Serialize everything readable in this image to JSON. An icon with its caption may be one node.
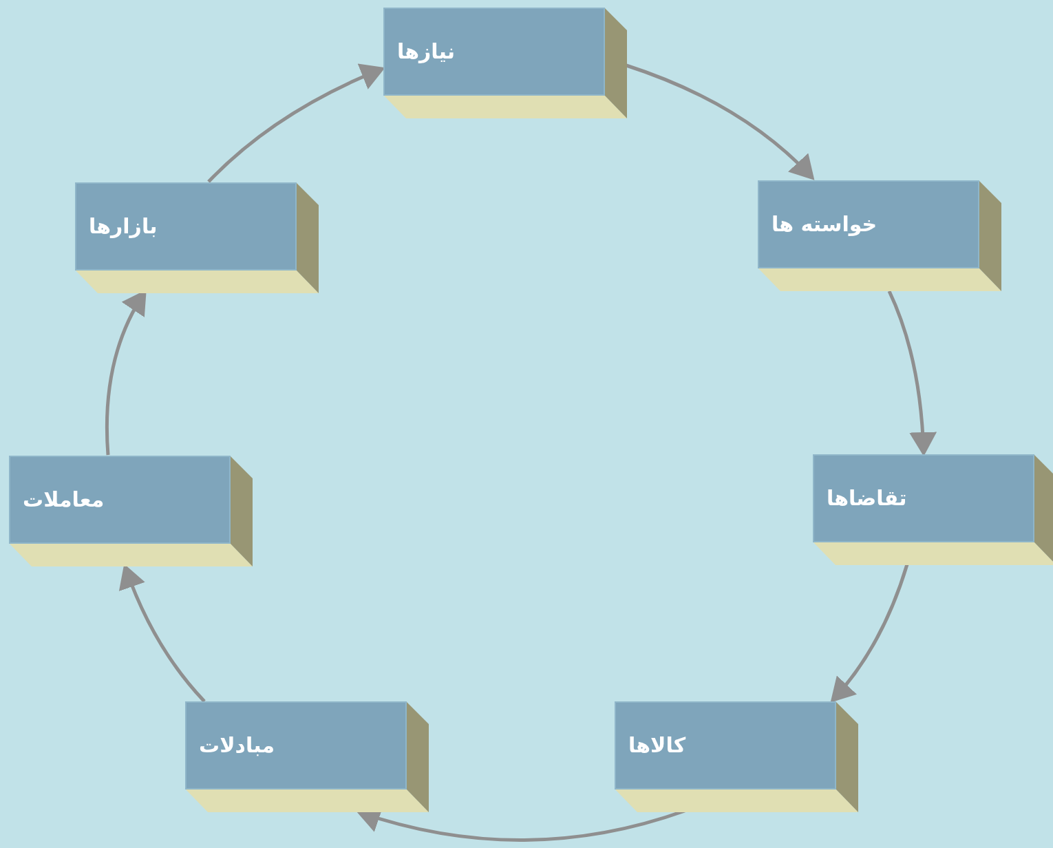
{
  "diagram": {
    "nodes": [
      {
        "text": [
          "نیازها"
        ]
      },
      {
        "text": [
          "خواسته ها"
        ]
      },
      {
        "text": [
          "تقاضاها"
        ]
      },
      {
        "text": [
          "کالاها"
        ]
      },
      {
        "text": [
          "مبادلات"
        ]
      },
      {
        "text": [
          "معاملات"
        ]
      },
      {
        "text": [
          "بازارها"
        ]
      }
    ],
    "edges": [
      {
        "from": 0,
        "to": 1,
        "arrow": "to"
      },
      {
        "from": 1,
        "to": 2,
        "arrow": "to"
      },
      {
        "from": 2,
        "to": 3,
        "arrow": "to"
      },
      {
        "from": 3,
        "to": 4,
        "arrow": "to"
      },
      {
        "from": 4,
        "to": 5,
        "arrow": "to"
      },
      {
        "from": 5,
        "to": 6,
        "arrow": "to"
      },
      {
        "from": 6,
        "to": 0,
        "arrow": "to"
      }
    ]
  }
}
